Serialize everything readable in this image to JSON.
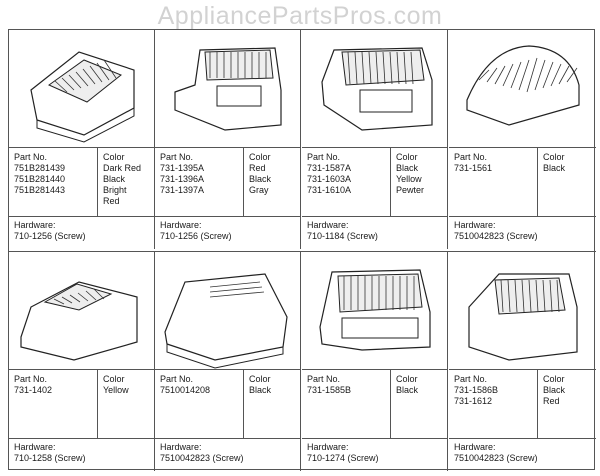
{
  "watermark": "AppliancePartsPros.com",
  "labels": {
    "part_no": "Part No.",
    "color": "Color",
    "hardware": "Hardware:"
  },
  "items": [
    {
      "parts": [
        "751B281439",
        "751B281440",
        "751B281443"
      ],
      "colors": [
        "Dark Red",
        "Black",
        "Bright",
        "Red"
      ],
      "hardware": "710-1256 (Screw)",
      "icon": "shroud-grille-front-icon"
    },
    {
      "parts": [
        "731-1395A",
        "731-1396A",
        "731-1397A"
      ],
      "colors": [
        "Red",
        "Black",
        "Gray"
      ],
      "hardware": "710-1256 (Screw)",
      "icon": "shroud-grille-top-icon"
    },
    {
      "parts": [
        "731-1587A",
        "731-1603A",
        "731-1610A"
      ],
      "colors": [
        "Black",
        "Yellow",
        "Pewter"
      ],
      "hardware": "710-1184 (Screw)",
      "icon": "shroud-grille-window-icon"
    },
    {
      "parts": [
        "731-1561"
      ],
      "colors": [
        "Black"
      ],
      "hardware": "7510042823 (Screw)",
      "icon": "shroud-dome-icon"
    },
    {
      "parts": [
        "731-1402"
      ],
      "colors": [
        "Yellow"
      ],
      "hardware": "710-1258 (Screw)",
      "icon": "shroud-flat-grille-icon"
    },
    {
      "parts": [
        "7510014208"
      ],
      "colors": [
        "Black"
      ],
      "hardware": "7510042823 (Screw)",
      "icon": "shroud-smooth-icon"
    },
    {
      "parts": [
        "731-1585B"
      ],
      "colors": [
        "Black"
      ],
      "hardware": "710-1274 (Screw)",
      "icon": "shroud-grille-panel-icon"
    },
    {
      "parts": [
        "731-1586B",
        "731-1612"
      ],
      "colors": [
        "Black",
        "Red"
      ],
      "hardware": "7510042823 (Screw)",
      "icon": "shroud-box-icon"
    }
  ]
}
